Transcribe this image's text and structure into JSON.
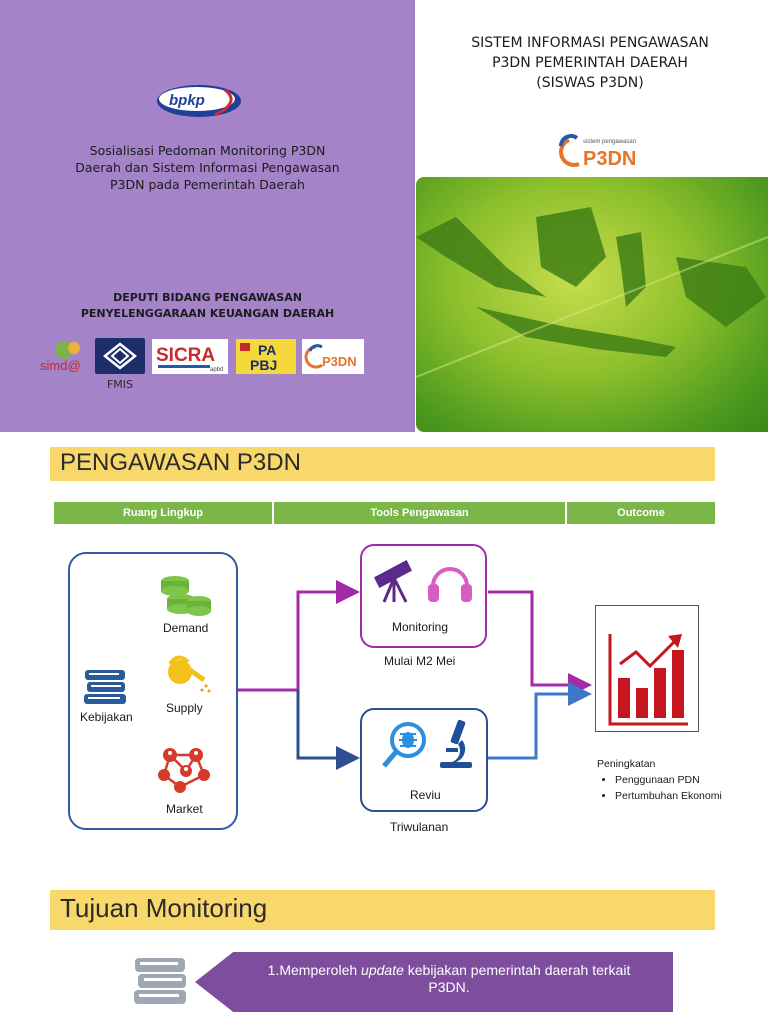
{
  "slide1": {
    "brand_logo": "bpkp",
    "subtitle": [
      "Sosialisasi Pedoman Monitoring P3DN",
      "Daerah dan Sistem Informasi Pengawasan",
      "P3DN  pada Pemerintah Daerah"
    ],
    "deputi": [
      "DEPUTI BIDANG PENGAWASAN",
      "PENYELENGGARAAN KEUANGAN DAERAH"
    ],
    "logos": {
      "simda": "simd@",
      "fmis": "FMIS",
      "sicra": "SICRA",
      "sicra_sub": "apbd",
      "papbj_top": "PA",
      "papbj_bottom": "PBJ",
      "p3dn": "P3DN",
      "p3dn_tag": "sistem pengawasan"
    },
    "right_title": [
      "SISTEM INFORMASI PENGAWASAN",
      "P3DN PEMERINTAH DAERAH",
      "(SISWAS P3DN)"
    ]
  },
  "slide2": {
    "title": "PENGAWASAN P3DN",
    "columns": [
      "Ruang Lingkup",
      "Tools Pengawasan",
      "Outcome"
    ],
    "scope": {
      "policy": "Kebijakan",
      "demand": "Demand",
      "supply": "Supply",
      "market": "Market"
    },
    "monitoring": {
      "label": "Monitoring",
      "caption": "Mulai M2 Mei"
    },
    "review": {
      "label": "Reviu",
      "caption": "Triwulanan"
    },
    "outcome": {
      "heading": "Peningkatan",
      "items": [
        "Penggunaan PDN",
        "Pertumbuhan Ekonomi"
      ]
    },
    "colors": {
      "purple_line": "#a52aa8",
      "blue_line": "#2e4f8f",
      "header": "#7ab648",
      "title_bar": "#f8d86a"
    }
  },
  "slide3": {
    "title": "Tujuan Monitoring",
    "item_prefix": "1.Memperoleh ",
    "item_italic": "update",
    "item_rest": " kebijakan pemerintah daerah terkait",
    "item_line2": "P3DN."
  }
}
